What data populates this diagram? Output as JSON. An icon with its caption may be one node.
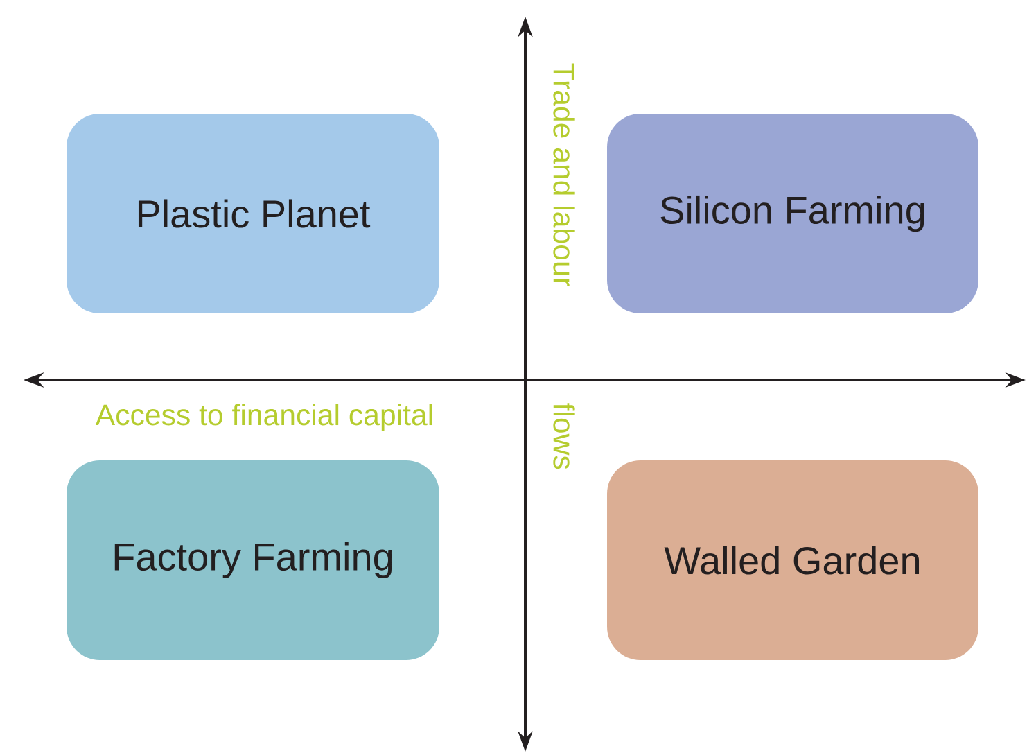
{
  "diagram": {
    "nodes": [
      {
        "text": [
          "Plastic Planet"
        ]
      },
      {
        "text": [
          "Silicon Farming"
        ]
      },
      {
        "text": [
          "Factory Farming"
        ]
      },
      {
        "text": [
          "Walled Garden"
        ]
      }
    ],
    "labels": [
      "Trade and labour",
      "Access to financial capital",
      "flows"
    ]
  }
}
